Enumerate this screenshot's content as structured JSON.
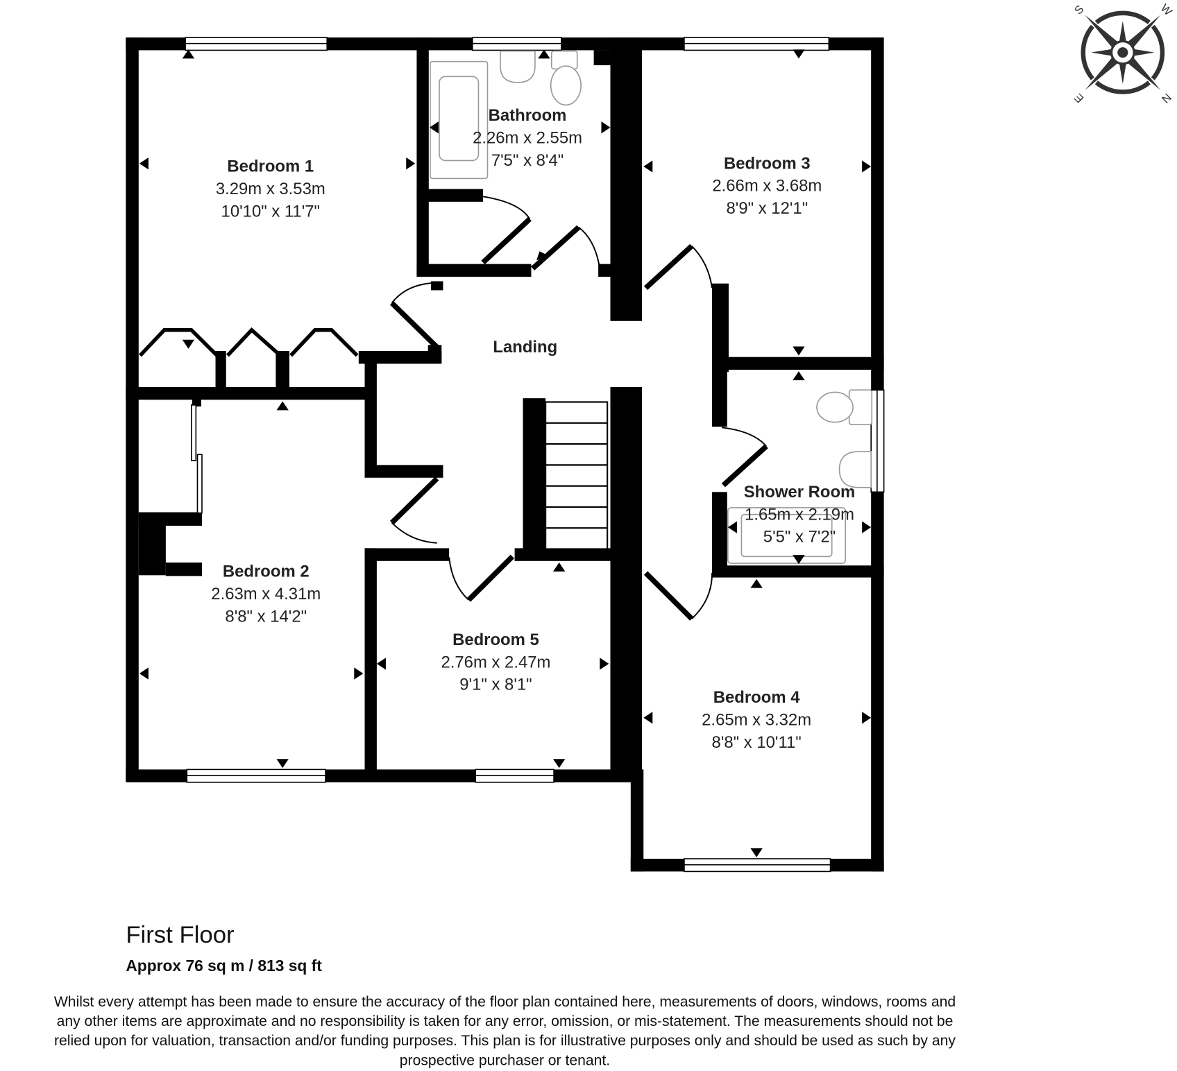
{
  "floor": {
    "title": "First Floor",
    "area": "Approx 76 sq m / 813 sq ft"
  },
  "rooms": [
    {
      "name": "Bedroom 1",
      "metric": "3.29m x 3.53m",
      "imperial": "10'10\" x 11'7\""
    },
    {
      "name": "Bathroom",
      "metric": "2.26m x 2.55m",
      "imperial": "7'5\" x 8'4\""
    },
    {
      "name": "Bedroom 3",
      "metric": "2.66m x 3.68m",
      "imperial": "8'9\" x 12'1\""
    },
    {
      "name": "Landing"
    },
    {
      "name": "Shower Room",
      "metric": "1.65m x 2.19m",
      "imperial": "5'5\" x 7'2\""
    },
    {
      "name": "Bedroom 2",
      "metric": "2.63m x 4.31m",
      "imperial": "8'8\" x 14'2\""
    },
    {
      "name": "Bedroom 5",
      "metric": "2.76m x 2.47m",
      "imperial": "9'1\" x 8'1\""
    },
    {
      "name": "Bedroom 4",
      "metric": "2.65m x 3.32m",
      "imperial": "8'8\" x 10'11\""
    }
  ],
  "compass": {
    "icon": "compass-rose-icon",
    "labels": {
      "top_left": "S",
      "top_right": "W",
      "bottom_left": "E",
      "bottom_right": "N"
    }
  },
  "disclaimer": {
    "lines": [
      "Whilst every attempt has been made to ensure the accuracy of the floor plan contained here, measurements of doors, windows, rooms and",
      "any other items are approximate and no responsibility is taken for any error, omission, or mis-statement. The measurements should not be",
      "relied upon for valuation, transaction and/or funding purposes. This plan is for illustrative purposes only and should be used as such by any",
      "prospective purchaser or tenant."
    ]
  },
  "colors": {
    "wall": "#000000",
    "text": "#222222",
    "background": "#ffffff"
  }
}
